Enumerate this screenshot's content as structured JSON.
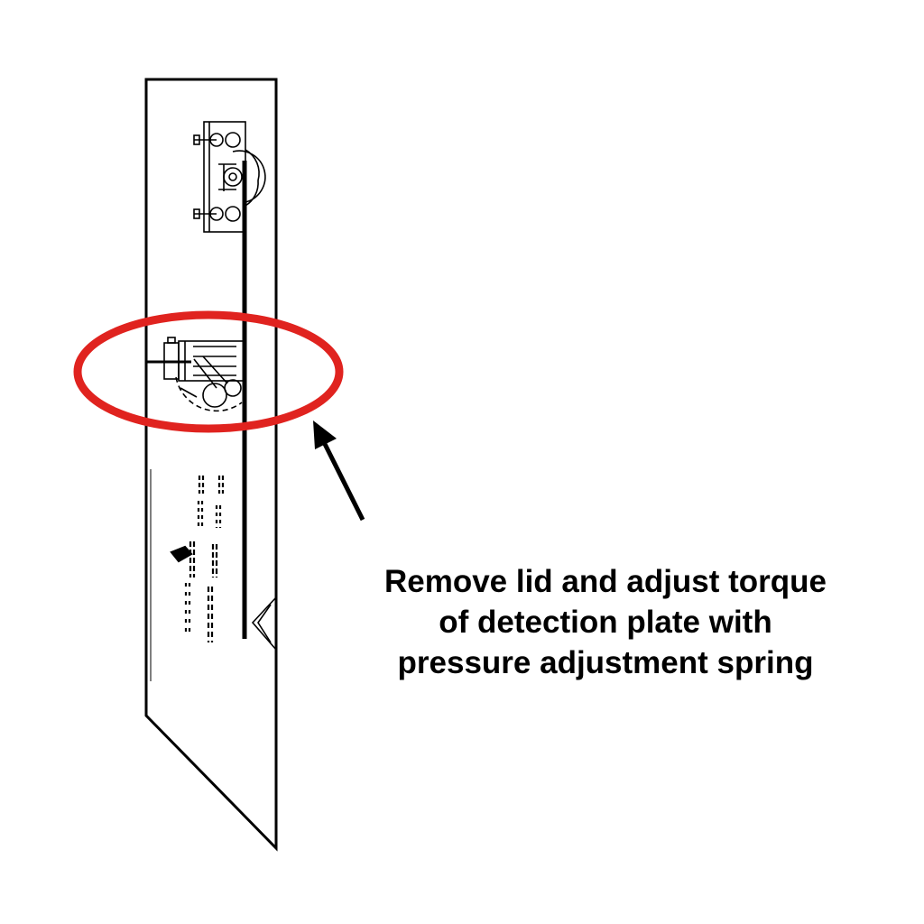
{
  "annotation": {
    "lines": [
      "Remove lid and adjust torque",
      "of detection plate with",
      "pressure adjustment spring"
    ],
    "text_color": "#000000"
  },
  "highlight": {
    "color": "#e0231f"
  },
  "arrow": {
    "color": "#000000"
  }
}
